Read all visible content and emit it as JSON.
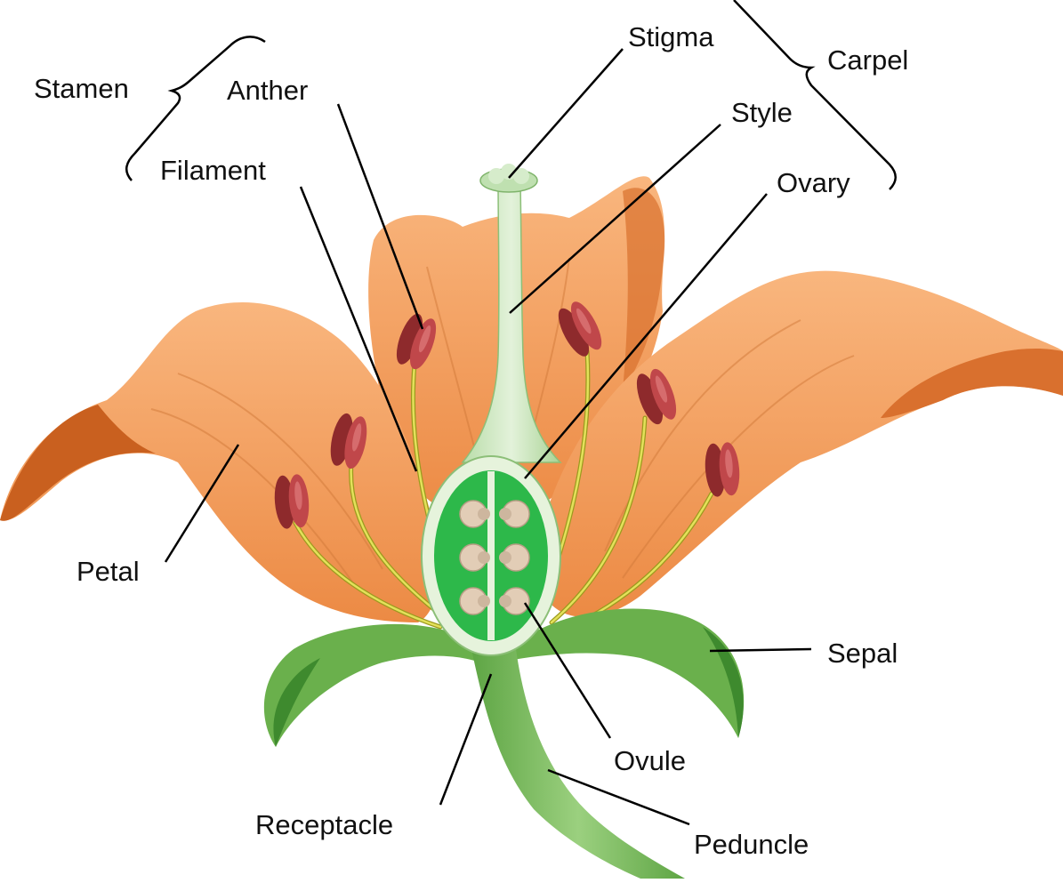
{
  "labels": {
    "stamen": "Stamen",
    "anther": "Anther",
    "filament": "Filament",
    "stigma": "Stigma",
    "carpel": "Carpel",
    "style": "Style",
    "ovary": "Ovary",
    "petal": "Petal",
    "sepal": "Sepal",
    "ovule": "Ovule",
    "receptacle": "Receptacle",
    "peduncle": "Peduncle"
  },
  "colors": {
    "petal_light": "#F7A869",
    "petal_mid": "#EE8A45",
    "petal_dark": "#C9601F",
    "sepal": "#6AB04C",
    "sepal_dark": "#3E8A2E",
    "stem": "#78BA5A",
    "style": "#CDE8C1",
    "ovary_wall": "#E6F3DC",
    "ovary_inner": "#2DB84A",
    "ovule": "#E2CDB6",
    "anther": "#C0474A",
    "anther_dark": "#8E2A2C",
    "filament": "#D9D64A",
    "leader": "#000000"
  }
}
